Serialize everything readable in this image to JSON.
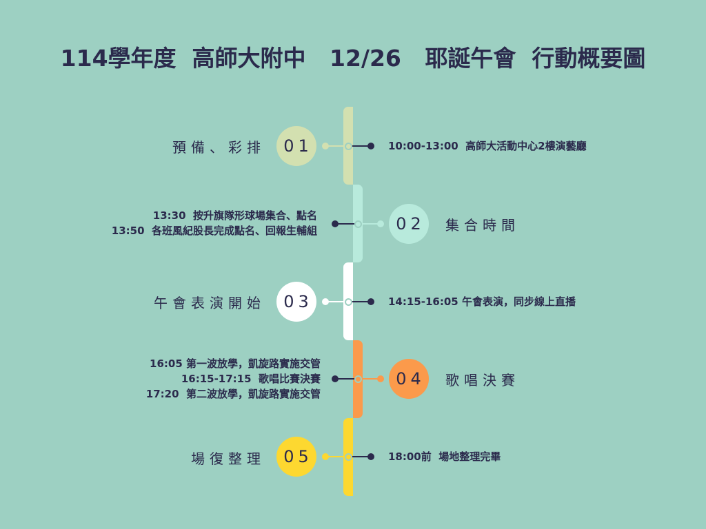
{
  "title": "114學年度  高師大附中   12/26   耶誕午會  行動概要圖",
  "colors": {
    "background": "#9dd0c2",
    "text": "#2b2a4c",
    "step1": "#d3e0b0",
    "step2": "#b8eadc",
    "step3": "#ffffff",
    "step4": "#fb9a4b",
    "step5": "#fdd830"
  },
  "steps": [
    {
      "number": "01",
      "label": "預備、彩排",
      "details": [
        "10:00-13:00  高師大活動中心2樓演藝廳"
      ]
    },
    {
      "number": "02",
      "label": "集合時間",
      "details": [
        "13:30  按升旗隊形球場集合、點名",
        "13:50  各班風紀股長完成點名、回報生輔組"
      ]
    },
    {
      "number": "03",
      "label": "午會表演開始",
      "details": [
        "14:15-16:05 午會表演，同步線上直播"
      ]
    },
    {
      "number": "04",
      "label": "歌唱決賽",
      "details": [
        "16:05 第一波放學，凱旋路實施交管",
        "16:15-17:15  歌唱比賽決賽",
        "17:20  第二波放學，凱旋路實施交管"
      ]
    },
    {
      "number": "05",
      "label": "場復整理",
      "details": [
        "18:00前  場地整理完畢"
      ]
    }
  ]
}
